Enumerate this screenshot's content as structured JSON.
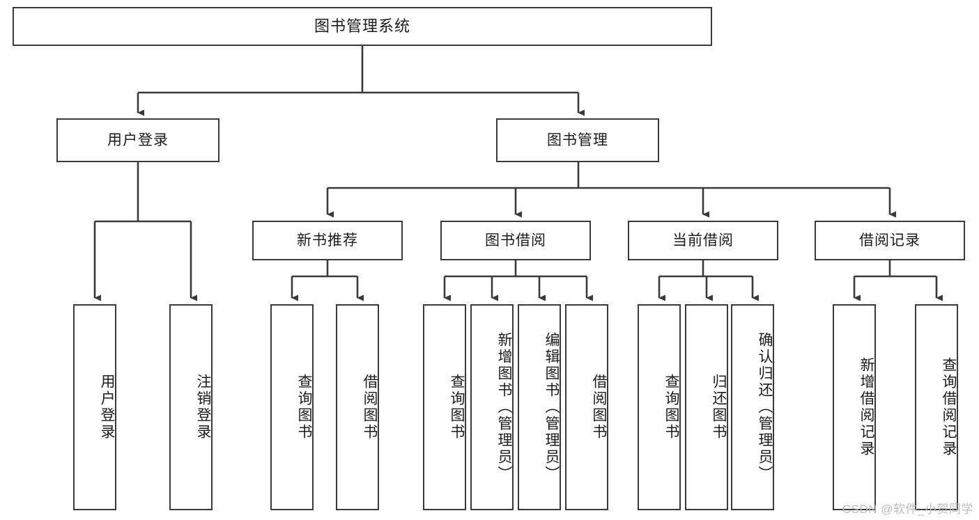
{
  "diagram": {
    "title": "图书管理系统",
    "type": "hierarchy-tree",
    "watermark": "CSDN @软件_小贺同学",
    "colors": {
      "background": "#ffffff",
      "node_border": "#3a3a3a",
      "node_fill": "#ffffff",
      "edge": "#3a3a3a",
      "text": "#1b1b1b",
      "watermark": "#bdbdbd"
    },
    "root": {
      "label": "图书管理系统"
    },
    "level2": [
      {
        "id": "user-login",
        "label": "用户登录"
      },
      {
        "id": "book-manage",
        "label": "图书管理"
      }
    ],
    "level3": [
      {
        "id": "new-book-recommend",
        "label": "新书推荐"
      },
      {
        "id": "book-borrow",
        "label": "图书借阅"
      },
      {
        "id": "current-borrow",
        "label": "当前借阅"
      },
      {
        "id": "borrow-record",
        "label": "借阅记录"
      }
    ],
    "leaves": {
      "user-login": [
        {
          "id": "leaf-user-login",
          "label": "用户登录"
        },
        {
          "id": "leaf-logout-login",
          "label": "注销登录"
        }
      ],
      "new-book-recommend": [
        {
          "id": "leaf-query-book-1",
          "label": "查询图书"
        },
        {
          "id": "leaf-borrow-book-1",
          "label": "借阅图书"
        }
      ],
      "book-borrow": [
        {
          "id": "leaf-query-book-2",
          "label": "查询图书"
        },
        {
          "id": "leaf-add-book",
          "label": "新增图书（管理员）"
        },
        {
          "id": "leaf-edit-book",
          "label": "编辑图书（管理员）"
        },
        {
          "id": "leaf-borrow-book-2",
          "label": "借阅图书"
        }
      ],
      "current-borrow": [
        {
          "id": "leaf-query-book-3",
          "label": "查询图书"
        },
        {
          "id": "leaf-return-book",
          "label": "归还图书"
        },
        {
          "id": "leaf-confirm-return",
          "label": "确认归还（管理员）"
        }
      ],
      "borrow-record": [
        {
          "id": "leaf-add-record",
          "label": "新增借阅记录"
        },
        {
          "id": "leaf-query-record",
          "label": "查询借阅记录"
        }
      ]
    }
  }
}
